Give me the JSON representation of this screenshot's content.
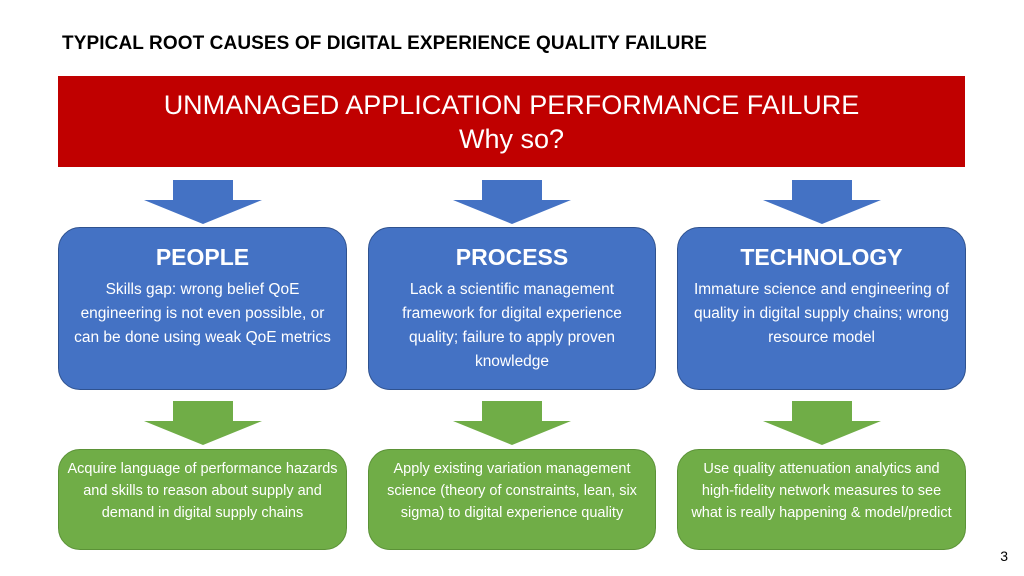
{
  "title": "TYPICAL ROOT CAUSES OF DIGITAL EXPERIENCE QUALITY FAILURE",
  "banner": {
    "line1": "UNMANAGED APPLICATION PERFORMANCE FAILURE",
    "line2": "Why so?"
  },
  "columns": [
    {
      "heading": "PEOPLE",
      "cause": "Skills gap: wrong belief QoE engineering is not even possible, or can be done using weak QoE metrics",
      "remedy": "Acquire language of performance hazards and skills to reason about supply and demand in digital supply chains"
    },
    {
      "heading": "PROCESS",
      "cause": "Lack a scientific management framework for digital experience quality; failure to apply proven knowledge",
      "remedy": "Apply existing variation management science (theory of constraints, lean, six sigma) to digital experience quality"
    },
    {
      "heading": "TECHNOLOGY",
      "cause": "Immature science and engineering of quality in digital supply chains; wrong resource model",
      "remedy": "Use quality attenuation analytics and high-fidelity network measures to see what is really happening & model/predict"
    }
  ],
  "page_number": "3",
  "colors": {
    "banner": "#c00000",
    "blue_box": "#4472c4",
    "green_box": "#70ad47"
  }
}
